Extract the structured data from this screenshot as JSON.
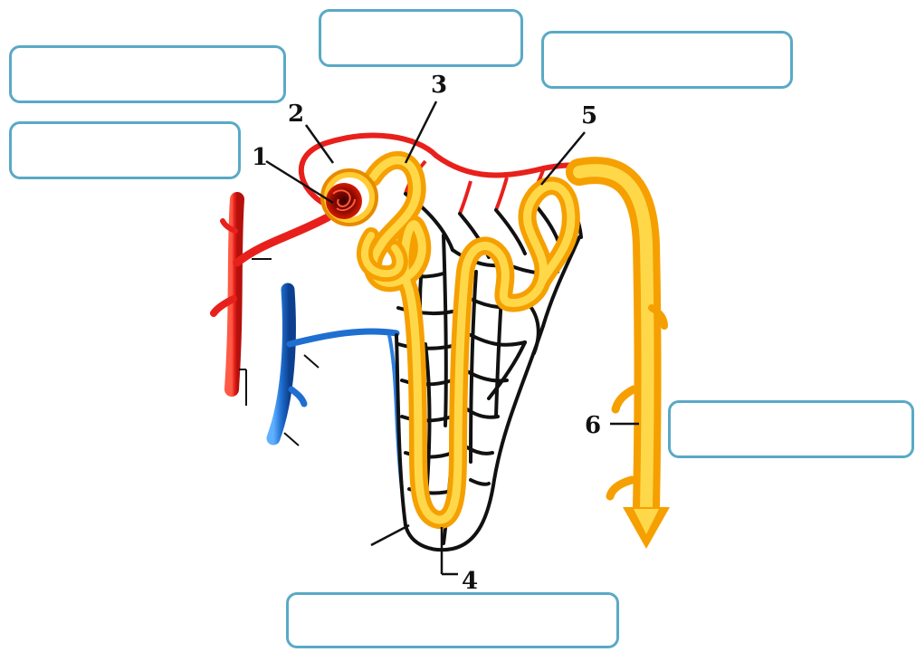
{
  "labels": {
    "n1": "1",
    "n2": "2",
    "n3": "3",
    "n4": "4",
    "n5": "5",
    "n6": "6"
  },
  "answer_boxes": [
    {
      "id": "box-top-left",
      "value": ""
    },
    {
      "id": "box-left-2",
      "value": ""
    },
    {
      "id": "box-top-center",
      "value": ""
    },
    {
      "id": "box-top-right",
      "value": ""
    },
    {
      "id": "box-right",
      "value": ""
    },
    {
      "id": "box-bottom",
      "value": ""
    }
  ],
  "colors": {
    "artery": "#e8201c",
    "vein": "#1f6fd1",
    "tubule_outer": "#f5a000",
    "tubule_inner": "#ffd84a",
    "capillary": "#111111",
    "box_border": "#5aa9c6"
  }
}
